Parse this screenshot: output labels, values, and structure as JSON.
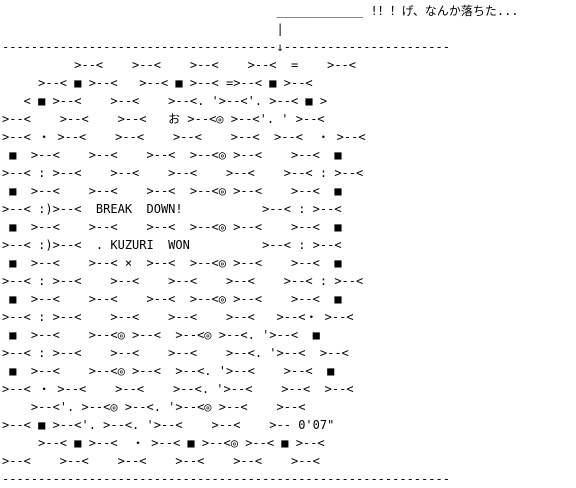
{
  "art": {
    "lines": [
      "                                      ____________ !！！げ、なんか落ちた...",
      "                                      |",
      "--------------------------------------↓-----------------------",
      "          >--<    >--<    >--<    >--<  =    >--<",
      "     >--< ■ >--<   >--< ■ >--< =>--< ■ >--<",
      "   < ■ >--<    >--<    >--<. '>--<'. >--< ■ >",
      ">--<    >--<    >--<   お >--<◎ >--<'. ' >--<",
      ">--< ・ >--<    >--<    >--<    >--<  >--<  ・ >--<",
      " ■  >--<    >--<    >--<  >--<◎ >--<    >--<  ■",
      ">--< : >--<    >--<    >--<    >--<    >--< : >--<",
      " ■  >--<    >--<    >--<  >--<◎ >--<    >--<  ■",
      ">--< :)>--<  BREAK  DOWN!           >--< : >--<",
      " ■  >--<    >--<    >--<  >--<◎ >--<    >--<  ■",
      ">--< :)>--<  . KUZURI  WON          >--< : >--<",
      " ■  >--<    >--< ×  >--<  >--<◎ >--<    >--<  ■",
      ">--< : >--<    >--<    >--<    >--<    >--< : >--<",
      " ■  >--<    >--<    >--<  >--<◎ >--<    >--<  ■",
      ">--< : >--<    >--<    >--<    >--<   >--<・ >--<",
      " ■  >--<    >--<◎ >--<  >--<◎ >--<. '>--<  ■",
      ">--< : >--<    >--<    >--<    >--<. '>--<  >--<",
      " ■  >--<    >--<◎ >--<  >--<. '>--<    >--<  ■",
      ">--< ・ >--<    >--<    >--<. '>--<    >--<  >--<",
      "    >--<'. >--<◎ >--<. '>--<◎ >--<    >--<",
      ">--< ■ >--<'. >--<. '>--<    >--<    >-- 0'07\"",
      "     >--< ■ >--<  ・ >--< ■ >--<◎ >--< ■ >--<",
      ">--<    >--<    >--<    >--<    >--<    >--<",
      "--------------------------------------------------------------"
    ]
  }
}
